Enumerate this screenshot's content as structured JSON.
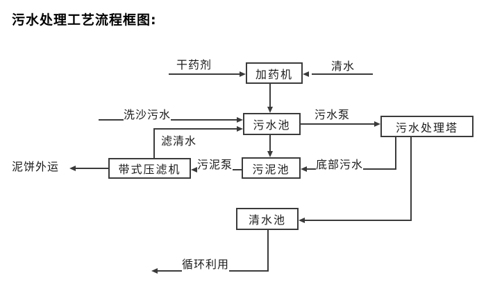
{
  "title": "污水处理工艺流程框图:",
  "diagram_type": "flowchart",
  "nodes": {
    "dosing_machine": "加药机",
    "sewage_pool": "污水池",
    "treatment_tower": "污水处理塔",
    "sludge_pool": "污泥池",
    "belt_filter_press": "带式压滤机",
    "clear_water_pool": "清水池"
  },
  "flow_labels": {
    "dry_chemical": "干药剂",
    "clean_water": "清水",
    "sand_washing_sewage": "洗沙污水",
    "filtered_water": "滤清水",
    "sewage_pump": "污水泵",
    "sludge_pump": "污泥泵",
    "bottom_sewage": "底部污水",
    "mud_cake_outbound": "泥饼外运",
    "recycle_use": "循环利用"
  },
  "edges": [
    {
      "from": "external",
      "to": "加药机",
      "label": "干药剂",
      "direction": "right"
    },
    {
      "from": "external",
      "to": "加药机",
      "label": "清水",
      "direction": "left"
    },
    {
      "from": "加药机",
      "to": "污水池",
      "label": "",
      "direction": "down"
    },
    {
      "from": "external",
      "to": "污水池",
      "label": "洗沙污水",
      "direction": "right"
    },
    {
      "from": "带式压滤机",
      "to": "污水池",
      "label": "滤清水",
      "direction": "up-right"
    },
    {
      "from": "污水池",
      "to": "污水处理塔",
      "label": "污水泵",
      "direction": "right"
    },
    {
      "from": "污水池",
      "to": "污泥池",
      "label": "",
      "direction": "down"
    },
    {
      "from": "污水处理塔",
      "to": "污泥池",
      "label": "底部污水",
      "direction": "down-left"
    },
    {
      "from": "污泥池",
      "to": "带式压滤机",
      "label": "污泥泵",
      "direction": "left"
    },
    {
      "from": "带式压滤机",
      "to": "external",
      "label": "泥饼外运",
      "direction": "left"
    },
    {
      "from": "污水处理塔",
      "to": "清水池",
      "label": "",
      "direction": "down-left"
    },
    {
      "from": "清水池",
      "to": "external",
      "label": "循环利用",
      "direction": "down-left"
    }
  ],
  "colors": {
    "background": "#ffffff",
    "line": "#3a3a3a",
    "text": "#1a1a1a",
    "title_text": "#000000"
  }
}
